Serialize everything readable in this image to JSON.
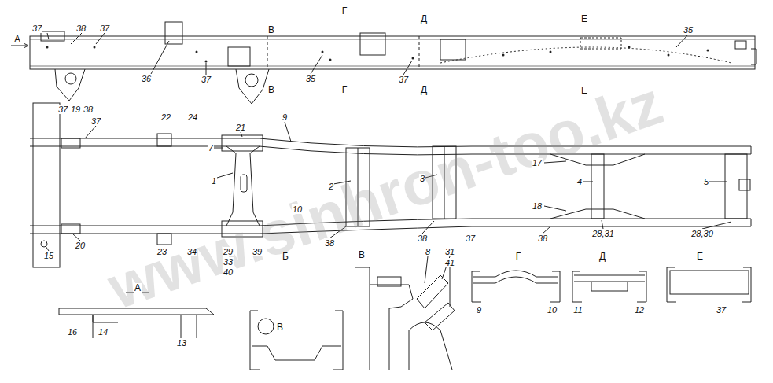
{
  "diagram": {
    "labels": [
      "37",
      "38",
      "37",
      "А",
      "36",
      "37",
      "В",
      "В",
      "35",
      "Г",
      "Г",
      "37",
      "Д",
      "Д",
      "Е",
      "Е",
      "35",
      "37",
      "19",
      "38",
      "37",
      "22",
      "24",
      "21",
      "9",
      "7",
      "1",
      "2",
      "3",
      "17",
      "4",
      "5",
      "18",
      "10",
      "15",
      "20",
      "23",
      "34",
      "29",
      "33",
      "40",
      "39",
      "38",
      "38",
      "37",
      "38",
      "28,31",
      "28,30",
      "А",
      "16",
      "14",
      "13",
      "Б",
      "В",
      "В",
      "8",
      "31",
      "41",
      "Г",
      "9",
      "10",
      "Д",
      "11",
      "12",
      "Е",
      "37",
      "www.sinhron-too.kz"
    ]
  }
}
